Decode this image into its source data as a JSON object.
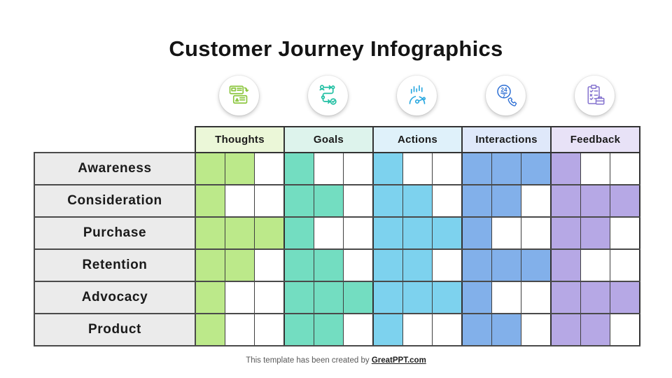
{
  "title": "Customer Journey Infographics",
  "columns": [
    {
      "label": "Thoughts",
      "icon": "thoughts-icon",
      "header_bg": "#ebf7d8",
      "cell_color": "#bce98a",
      "icon_color": "#8cc63f"
    },
    {
      "label": "Goals",
      "icon": "goals-icon",
      "header_bg": "#ddf3ec",
      "cell_color": "#73ddc1",
      "icon_color": "#1fbfa2"
    },
    {
      "label": "Actions",
      "icon": "actions-icon",
      "header_bg": "#dff1fa",
      "cell_color": "#7dd2ee",
      "icon_color": "#29a8e0"
    },
    {
      "label": "Interactions",
      "icon": "interactions-icon",
      "header_bg": "#dfe8fa",
      "cell_color": "#82b0ea",
      "icon_color": "#2d6fd4"
    },
    {
      "label": "Feedback",
      "icon": "feedback-icon",
      "header_bg": "#e8e2f7",
      "cell_color": "#b6a8e5",
      "icon_color": "#8573cf"
    }
  ],
  "rows": [
    {
      "label": "Awareness",
      "cells": [
        1,
        1,
        0,
        1,
        0,
        0,
        1,
        0,
        0,
        1,
        1,
        1,
        1,
        0,
        0
      ]
    },
    {
      "label": "Consideration",
      "cells": [
        1,
        0,
        0,
        1,
        1,
        0,
        1,
        1,
        0,
        1,
        1,
        0,
        1,
        1,
        1
      ]
    },
    {
      "label": "Purchase",
      "cells": [
        1,
        1,
        1,
        1,
        0,
        0,
        1,
        1,
        1,
        1,
        0,
        0,
        1,
        1,
        0
      ]
    },
    {
      "label": "Retention",
      "cells": [
        1,
        1,
        0,
        1,
        1,
        0,
        1,
        1,
        0,
        1,
        1,
        1,
        1,
        0,
        0
      ]
    },
    {
      "label": "Advocacy",
      "cells": [
        1,
        0,
        0,
        1,
        1,
        1,
        1,
        1,
        1,
        1,
        0,
        0,
        1,
        1,
        1
      ]
    },
    {
      "label": "Product",
      "cells": [
        1,
        0,
        0,
        1,
        1,
        0,
        1,
        0,
        0,
        1,
        1,
        0,
        1,
        1,
        0
      ]
    }
  ],
  "footer": {
    "text": "This template has been created by ",
    "link": "GreatPPT.com"
  }
}
